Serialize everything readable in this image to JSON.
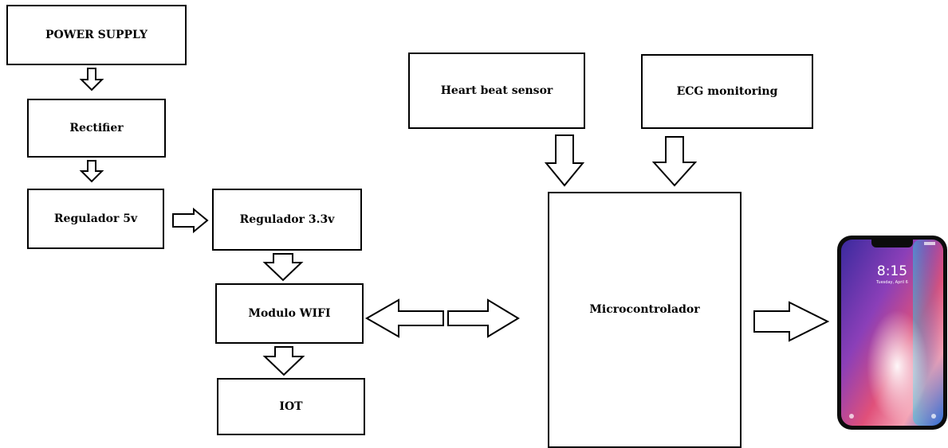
{
  "blocks": {
    "power_supply": "POWER SUPPLY",
    "rectifier": "Rectifier",
    "regulador_5v": "Regulador 5v",
    "regulador_33v": "Regulador 3.3v",
    "modulo_wifi": "Modulo WIFI",
    "iot": "IOT",
    "heart_beat_sensor": "Heart beat sensor",
    "ecg_monitoring": "ECG monitoring",
    "microcontrolador": "Microcontrolador"
  },
  "phone": {
    "time": "8:15",
    "date": "Tuesday, April 6"
  }
}
